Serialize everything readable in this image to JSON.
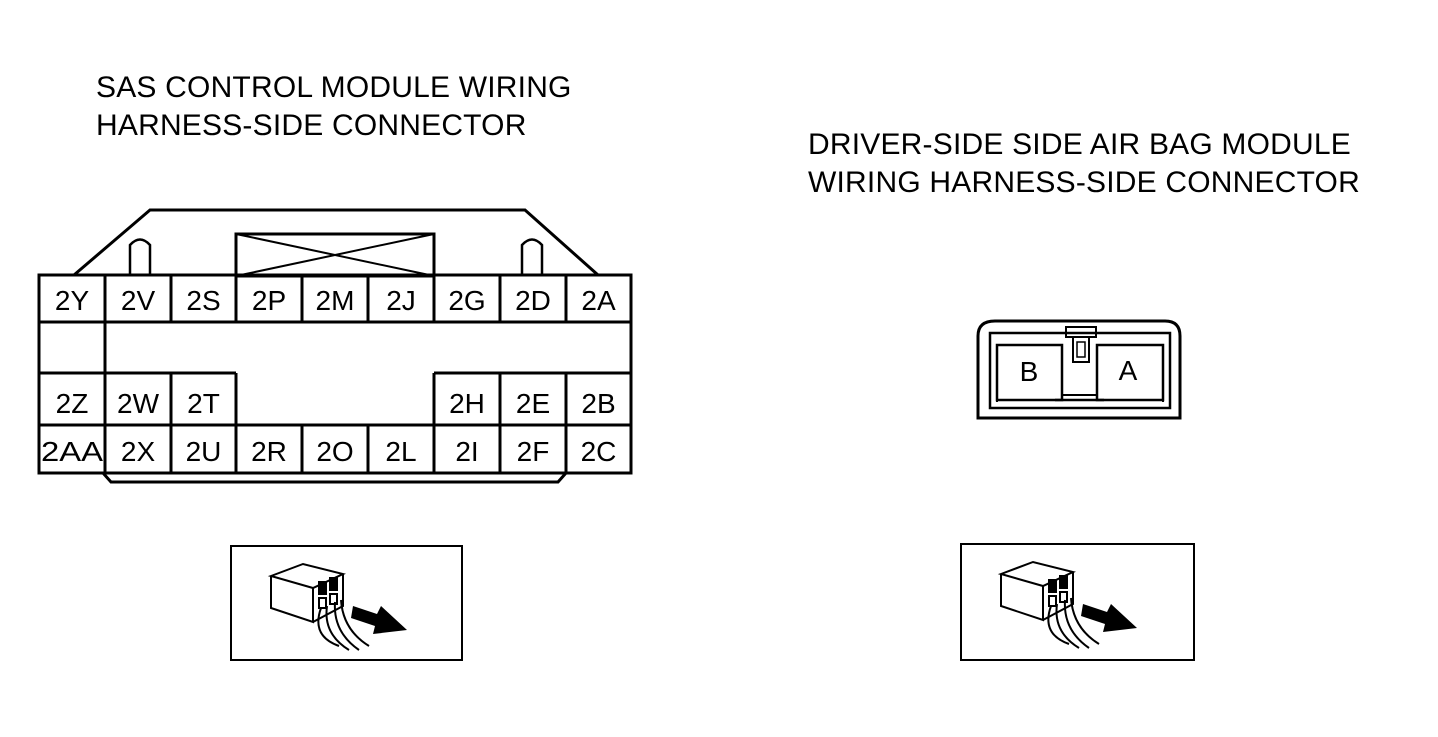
{
  "left_connector": {
    "title_lines": [
      "SAS CONTROL MODULE WIRING",
      "HARNESS-SIDE CONNECTOR"
    ],
    "row1": [
      "2Y",
      "2V",
      "2S",
      "2P",
      "2M",
      "2J",
      "2G",
      "2D",
      "2A"
    ],
    "row3": [
      "2Z",
      "2W",
      "2T",
      "",
      "",
      "",
      "2H",
      "2E",
      "2B"
    ],
    "row4": [
      "2AA",
      "2X",
      "2U",
      "2R",
      "2O",
      "2L",
      "2I",
      "2F",
      "2C"
    ]
  },
  "right_connector": {
    "title_lines": [
      "DRIVER-SIDE SIDE AIR BAG MODULE",
      "WIRING HARNESS-SIDE CONNECTOR"
    ],
    "pins": [
      "B",
      "A"
    ]
  },
  "icons": {
    "left": "harness-side-connector-icon",
    "right": "harness-side-connector-icon"
  }
}
